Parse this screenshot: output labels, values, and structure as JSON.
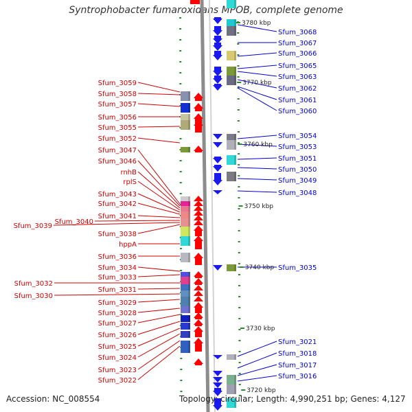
{
  "title": "Syntrophobacter fumaroxidans MPOB, complete genome",
  "accession": "Accession: NC_008554",
  "summary": "Topology: circular; Length: 4,990,251 bp; Genes: 4,127",
  "kbp_marks": [
    "3780 kbp",
    "3770 kbp",
    "3760 kbp",
    "3750 kbp",
    "3740 kbp",
    "3730 kbp",
    "3720 kbp"
  ],
  "left_labels": [
    "Sfum_3059",
    "Sfum_3058",
    "Sfum_3057",
    "Sfum_3056",
    "Sfum_3055",
    "Sfum_3052",
    "Sfum_3047",
    "Sfum_3046",
    "rnhB",
    "rplS",
    "Sfum_3043",
    "Sfum_3042",
    "Sfum_3041",
    "Sfum_3040",
    "Sfum_3039",
    "Sfum_3038",
    "hppA",
    "Sfum_3036",
    "Sfum_3034",
    "Sfum_3033",
    "Sfum_3032",
    "Sfum_3031",
    "Sfum_3030",
    "Sfum_3029",
    "Sfum_3028",
    "Sfum_3027",
    "Sfum_3026",
    "Sfum_3025",
    "Sfum_3024",
    "Sfum_3023",
    "Sfum_3022"
  ],
  "right_labels": [
    "Sfum_3068",
    "Sfum_3067",
    "Sfum_3066",
    "Sfum_3065",
    "Sfum_3063",
    "Sfum_3062",
    "Sfum_3061",
    "Sfum_3060",
    "Sfum_3054",
    "Sfum_3053",
    "Sfum_3051",
    "Sfum_3050",
    "Sfum_3049",
    "Sfum_3048",
    "Sfum_3035",
    "Sfum_3021",
    "Sfum_3018",
    "Sfum_3017",
    "Sfum_3016"
  ],
  "colors": {
    "left_label": "#cc0000",
    "right_label": "#0000cc",
    "forward_arrow": "#ff0000",
    "reverse_arrow": "#1a1aee",
    "tick": "#2a8a2a",
    "backbone": "#8c8c8c"
  }
}
